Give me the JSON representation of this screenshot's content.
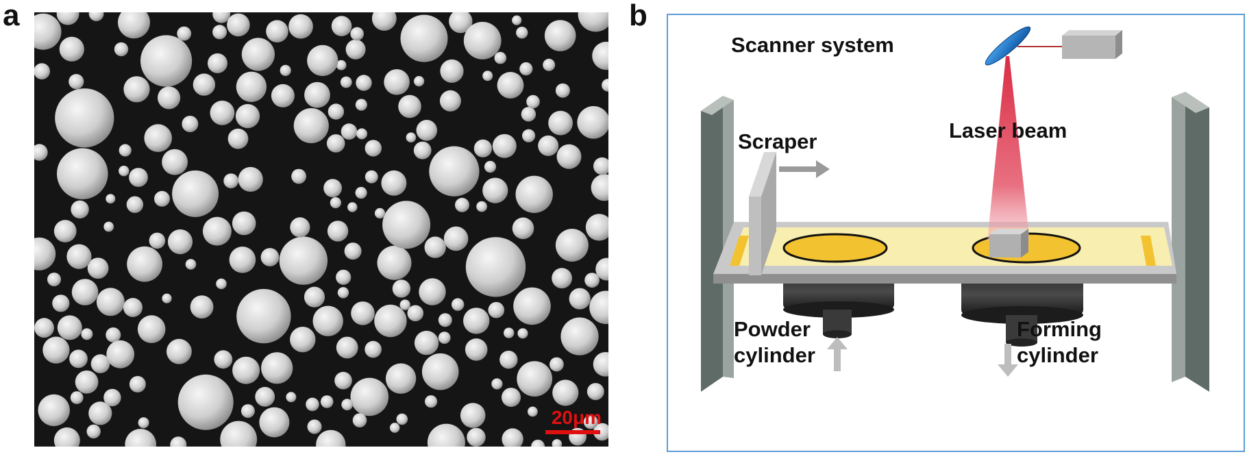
{
  "panel_a": {
    "letter": "a",
    "image": "SEM micrograph of spherical powder particles",
    "scale_bar": "20μm",
    "scale_bar_color": "#e01010"
  },
  "panel_b": {
    "letter": "b",
    "labels": {
      "scanner": "Scanner system",
      "laser": "Laser beam",
      "scraper": "Scraper",
      "powder_1": "Powder",
      "powder_2": "cylinder",
      "forming_1": "Forming",
      "forming_2": "cylinder"
    },
    "colors": {
      "frame_border": "#5b9bd5",
      "powder_bed": "#f8eeb0",
      "powder_yellow": "#f2c230",
      "laser": "#d8203a",
      "scanner_mirror": "#1a78d0",
      "wall": "#5f6b66"
    }
  }
}
